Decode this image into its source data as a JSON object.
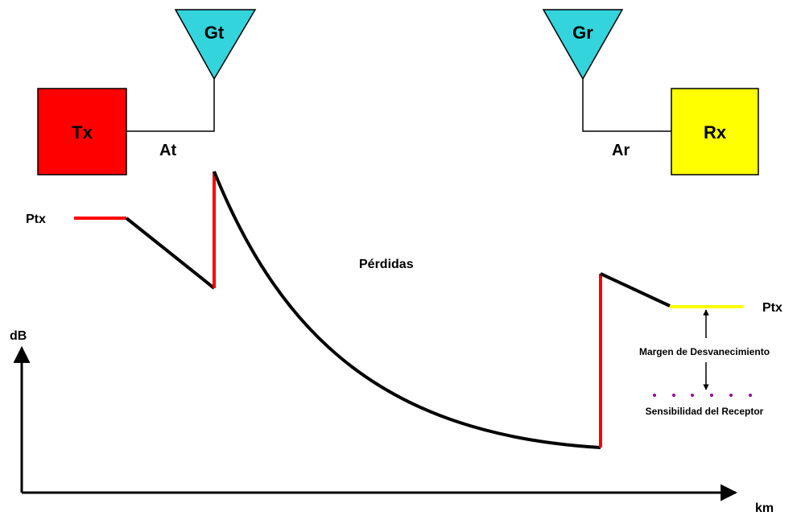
{
  "transmitter": {
    "label": "Tx",
    "color": "#ff0000"
  },
  "receiver": {
    "label": "Rx",
    "color": "#ffff00"
  },
  "tx_antenna": {
    "label": "Gt",
    "color": "#33d4dc"
  },
  "rx_antenna": {
    "label": "Gr",
    "color": "#33d4dc"
  },
  "tx_line_label": "At",
  "rx_line_label": "Ar",
  "ptx_left": "Ptx",
  "ptx_right": "Ptx",
  "losses_label": "Pérdidas",
  "y_axis_label": "dB",
  "x_axis_label": "km",
  "fade_margin_label": "Margen de Desvanecimiento",
  "sensitivity_label": "Sensibilidad del Receptor",
  "colors": {
    "gain_segment": "#ff0000",
    "received_level": "#ffff00",
    "sensitivity_dots": "#990099",
    "line": "#000000"
  }
}
